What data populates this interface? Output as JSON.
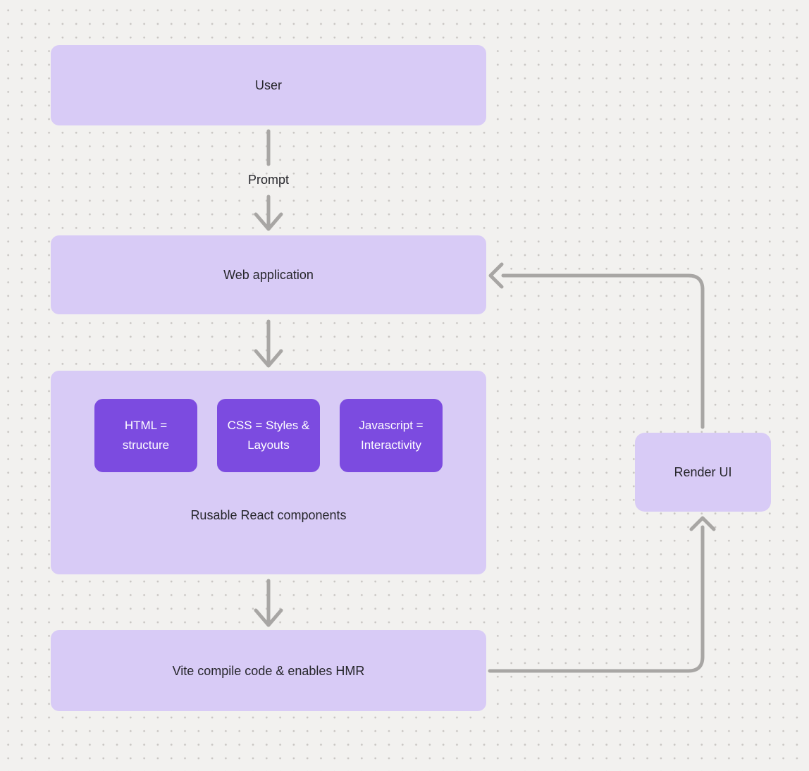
{
  "diagram": {
    "nodes": {
      "user": {
        "label": "User"
      },
      "web_application": {
        "label": "Web application"
      },
      "components": {
        "label": "Rusable React components",
        "children": [
          {
            "label": "HTML = structure"
          },
          {
            "label": "CSS = Styles & Layouts"
          },
          {
            "label": "Javascript = Interactivity"
          }
        ]
      },
      "vite": {
        "label": "Vite compile code & enables HMR"
      },
      "render_ui": {
        "label": "Render UI"
      }
    },
    "edges": [
      {
        "from": "user",
        "to": "web_application",
        "label": "Prompt"
      },
      {
        "from": "web_application",
        "to": "components",
        "label": ""
      },
      {
        "from": "components",
        "to": "vite",
        "label": ""
      },
      {
        "from": "vite",
        "to": "render_ui",
        "label": ""
      },
      {
        "from": "render_ui",
        "to": "web_application",
        "label": ""
      }
    ],
    "colors": {
      "bg": "#f2f1ef",
      "dot": "#c9c6c3",
      "node_fill": "#d8cbf6",
      "inner_fill": "#7c4be0",
      "text_dark": "#26262b",
      "text_light": "#ffffff",
      "arrow": "#a8a6a4"
    }
  }
}
